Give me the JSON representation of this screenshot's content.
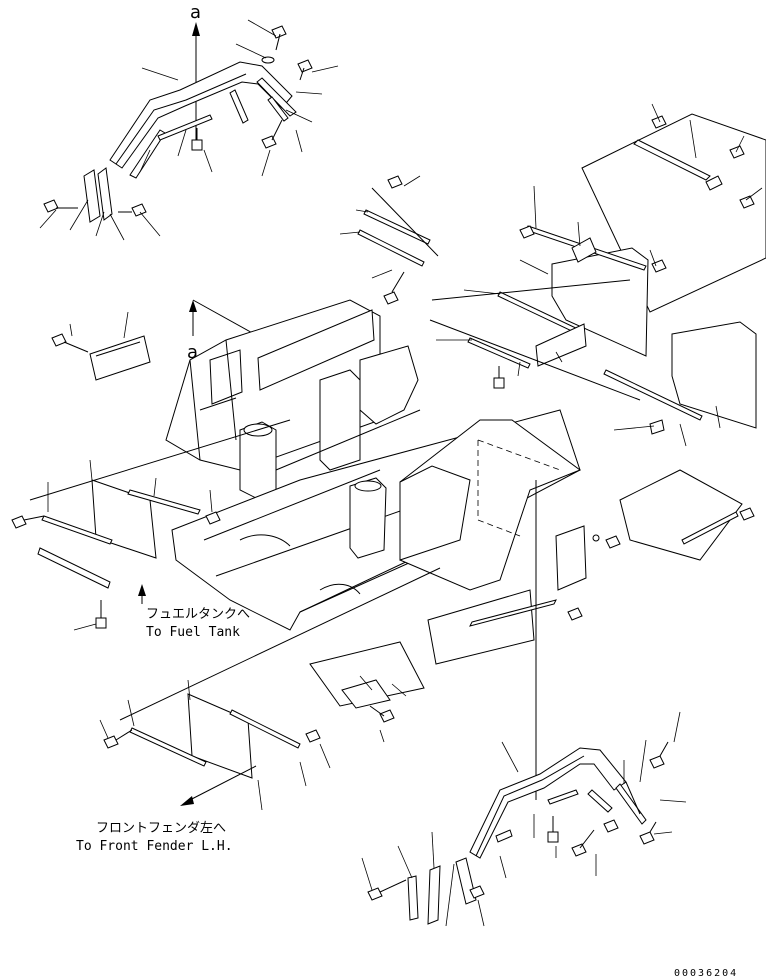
{
  "view_marker": {
    "letter": "a"
  },
  "callouts": {
    "fuel_tank_jp": "フュエルタンクへ",
    "fuel_tank_en": "To Fuel Tank",
    "front_fender_jp": "フロントフェンダ左へ",
    "front_fender_en": "To Front Fender L.H."
  },
  "drawing_number": "00036204"
}
